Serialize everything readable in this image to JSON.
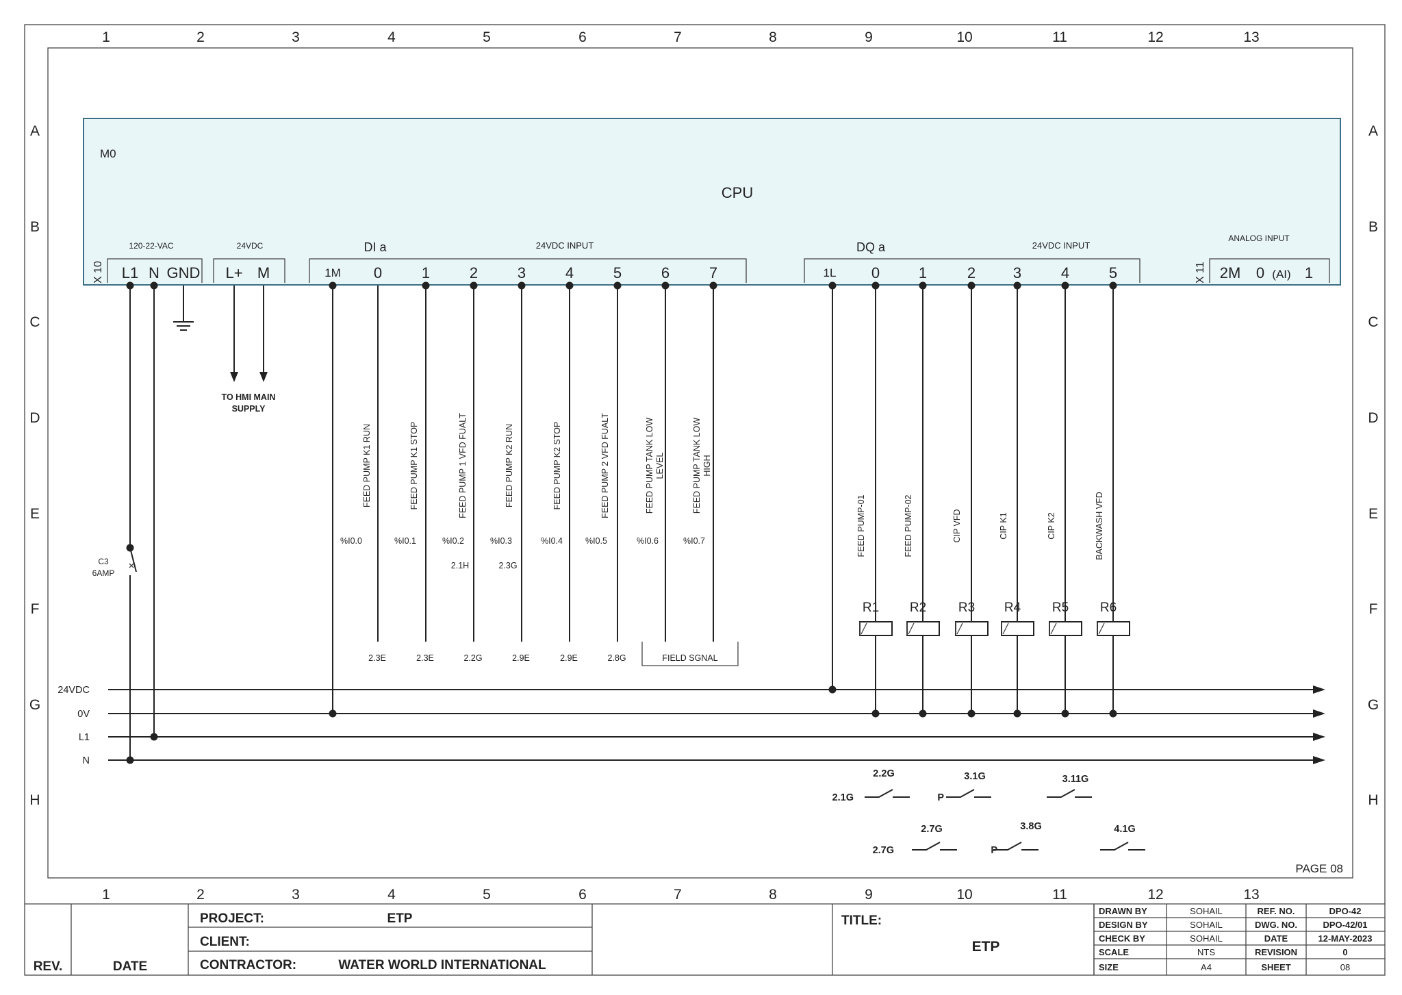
{
  "frame": {
    "columns": [
      "1",
      "2",
      "3",
      "4",
      "5",
      "6",
      "7",
      "8",
      "9",
      "10",
      "11",
      "12",
      "13"
    ],
    "rows": [
      "A",
      "B",
      "C",
      "D",
      "E",
      "F",
      "G",
      "H"
    ],
    "page_label": "PAGE 08"
  },
  "cpu": {
    "module_id": "M0",
    "title": "CPU",
    "x10": {
      "connector": "X 10",
      "power_label": "120-22-VAC",
      "power_terminals": [
        "L1",
        "N",
        "GND"
      ],
      "dc_label": "24VDC",
      "dc_terminals": [
        "L+",
        "M"
      ]
    },
    "di": {
      "label": "DI a",
      "sublabel": "24VDC INPUT",
      "common": "1M",
      "terminals": [
        "0",
        "1",
        "2",
        "3",
        "4",
        "5",
        "6",
        "7"
      ]
    },
    "dq": {
      "label": "DQ a",
      "sublabel": "24VDC INPUT",
      "common": "1L",
      "terminals": [
        "0",
        "1",
        "2",
        "3",
        "4",
        "5"
      ]
    },
    "x11": {
      "connector": "X 11",
      "label": "ANALOG INPUT",
      "terminals": [
        "2M",
        "0",
        "(AI)",
        "1"
      ]
    }
  },
  "hmi_note": "TO HMI MAIN SUPPLY",
  "breaker": {
    "name": "C3",
    "rating": "6AMP"
  },
  "inputs": [
    {
      "desc": "FEED PUMP K1 RUN",
      "address": "%I0.0",
      "ref": "",
      "xref": "2.3E"
    },
    {
      "desc": "FEED PUMP K1 STOP",
      "address": "%I0.1",
      "ref": "",
      "xref": "2.3E"
    },
    {
      "desc": "FEED PUMP 1 VFD FUALT",
      "address": "%I0.2",
      "ref": "2.1H",
      "xref": "2.2G"
    },
    {
      "desc": "FEED PUMP K2 RUN",
      "address": "%I0.3",
      "ref": "2.3G",
      "xref": "2.9E"
    },
    {
      "desc": "FEED PUMP K2 STOP",
      "address": "%I0.4",
      "ref": "",
      "xref": "2.9E"
    },
    {
      "desc": "FEED PUMP 2 VFD FUALT",
      "address": "%I0.5",
      "ref": "",
      "xref": "2.8G"
    },
    {
      "desc": "FEED PUMP TANK LOW LEVEL",
      "address": "%I0.6",
      "ref": "",
      "xref": ""
    },
    {
      "desc": "FEED PUMP TANK LOW HIGH",
      "address": "%I0.7",
      "ref": "",
      "xref": ""
    }
  ],
  "field_signal": "FIELD SGNAL",
  "outputs": [
    {
      "desc": "FEED PUMP-01",
      "relay": "R1"
    },
    {
      "desc": "FEED PUMP-02",
      "relay": "R2"
    },
    {
      "desc": "CIP VFD",
      "relay": "R3"
    },
    {
      "desc": "CIP K1",
      "relay": "R4"
    },
    {
      "desc": "CIP K2",
      "relay": "R5"
    },
    {
      "desc": "BACKWASH VFD",
      "relay": "R6"
    }
  ],
  "buses": [
    "24VDC",
    "0V",
    "L1",
    "N"
  ],
  "contacts": [
    {
      "top": "2.2G",
      "left": "2.1G"
    },
    {
      "top": "3.1G",
      "left": "P"
    },
    {
      "top": "3.11G",
      "left": ""
    },
    {
      "top": "2.7G",
      "left": "2.7G"
    },
    {
      "top": "3.8G",
      "left": "P"
    },
    {
      "top": "4.1G",
      "left": ""
    }
  ],
  "title_block": {
    "rev_label": "REV.",
    "date_label": "DATE",
    "project_label": "PROJECT:",
    "project_value": "ETP",
    "client_label": "CLIENT:",
    "contractor_label": "CONTRACTOR:",
    "contractor_value": "WATER WORLD INTERNATIONAL",
    "title_label": "TITLE:",
    "title_value": "ETP",
    "drawn_by_label": "DRAWN BY",
    "drawn_by": "SOHAIL",
    "design_by_label": "DESIGN BY",
    "design_by": "SOHAIL",
    "check_by_label": "CHECK BY",
    "check_by": "SOHAIL",
    "scale_label": "SCALE",
    "scale": "NTS",
    "size_label": "SIZE",
    "size": "A4",
    "ref_no_label": "REF. NO.",
    "ref_no": "DPO-42",
    "dwg_no_label": "DWG. NO.",
    "dwg_no": "DPO-42/01",
    "date_field_label": "DATE",
    "date": "12-MAY-2023",
    "revision_label": "REVISION",
    "revision": "0",
    "sheet_label": "SHEET",
    "sheet": "08"
  }
}
